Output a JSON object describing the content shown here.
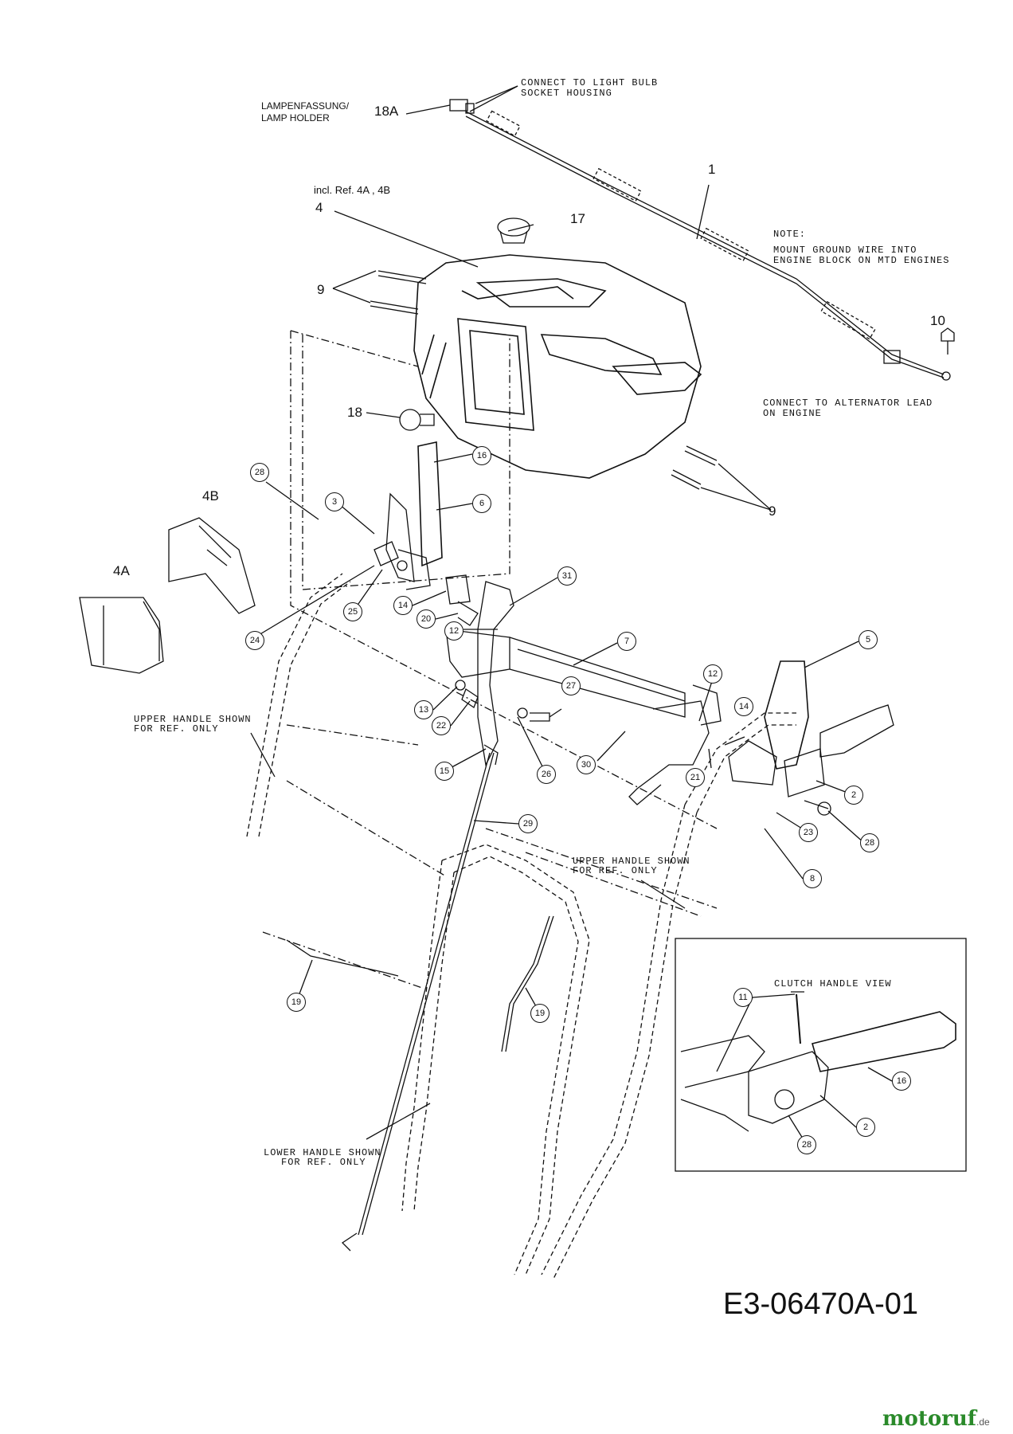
{
  "notes": {
    "lamp_holder_de": "LAMPENFASSUNG/",
    "lamp_holder_en": "LAMP HOLDER",
    "connect_bulb_1": "CONNECT TO LIGHT BULB",
    "connect_bulb_2": "SOCKET HOUSING",
    "incl_ref": "incl. Ref. 4A , 4B",
    "note_title": "NOTE:",
    "note_line1": "MOUNT GROUND WIRE INTO",
    "note_line2": "ENGINE BLOCK ON MTD ENGINES",
    "alternator_1": "CONNECT TO ALTERNATOR LEAD",
    "alternator_2": "ON ENGINE",
    "upper_handle_left_1": "UPPER HANDLE SHOWN",
    "upper_handle_left_2": "FOR REF. ONLY",
    "upper_handle_right_1": "UPPER HANDLE SHOWN",
    "upper_handle_right_2": "FOR REF. ONLY",
    "lower_handle_1": "LOWER HANDLE SHOWN",
    "lower_handle_2": "FOR REF. ONLY",
    "clutch_view": "CLUTCH HANDLE VIEW"
  },
  "plain_labels": {
    "p18a": "18A",
    "p1": "1",
    "p4": "4",
    "p17": "17",
    "p9a": "9",
    "p10": "10",
    "p18": "18",
    "p9b": "9",
    "p4b": "4B",
    "p4a": "4A"
  },
  "callouts": {
    "c28a": "28",
    "c3": "3",
    "c16a": "16",
    "c6": "6",
    "c31": "31",
    "c14a": "14",
    "c25": "25",
    "c20": "20",
    "c24": "24",
    "c12a": "12",
    "c7": "7",
    "c5": "5",
    "c12b": "12",
    "c13": "13",
    "c14b": "14",
    "c22": "22",
    "c27": "27",
    "c30": "30",
    "c26": "26",
    "c15": "15",
    "c21": "21",
    "c2a": "2",
    "c23": "23",
    "c28b": "28",
    "c29": "29",
    "c8": "8",
    "c19a": "19",
    "c19b": "19",
    "c11": "11",
    "c16b": "16",
    "c2b": "2",
    "c28c": "28"
  },
  "drawing_ref": "E3-06470A-01",
  "watermark": {
    "brand_main": "motoruf",
    "brand_tld": ".de"
  }
}
